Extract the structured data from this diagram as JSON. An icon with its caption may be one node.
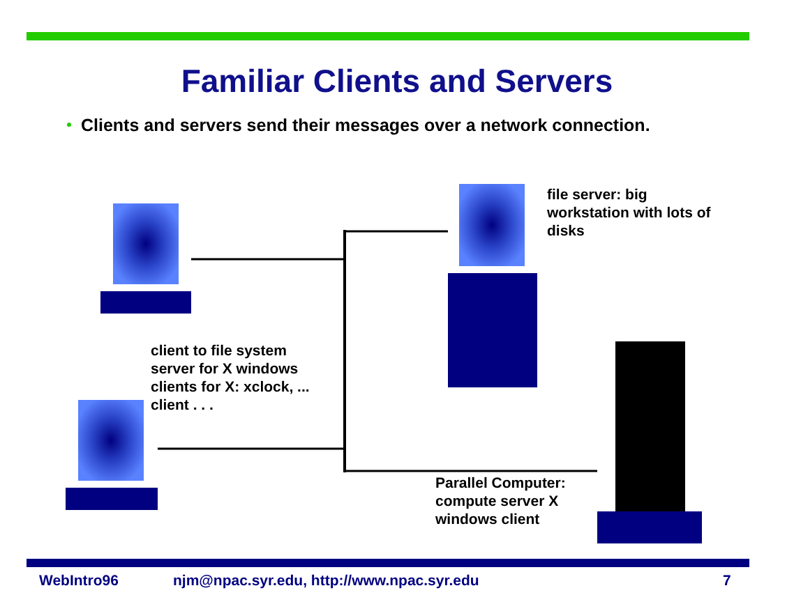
{
  "diagram": {
    "title": "Familiar Clients and Servers",
    "nodes": [
      {
        "text": [],
        "shape": "computer"
      },
      {
        "text": [],
        "shape": "computer",
        "beside": [
          "file server: big workstation with lots of disks"
        ]
      },
      {
        "text": [],
        "shape": "computer",
        "beside": [
          "client to file system server for X windows clients for X:  xclock, ... client . . ."
        ]
      },
      {
        "text": [],
        "shape": "computer",
        "beside": [
          "Parallel Computer: compute server X windows client"
        ]
      },
      {
        "text": [],
        "shape": "bar"
      }
    ],
    "edges": [
      {
        "from": 4,
        "to": 0,
        "arrow": "none"
      },
      {
        "from": 4,
        "to": 1,
        "arrow": "none"
      },
      {
        "from": 4,
        "to": 2,
        "arrow": "none"
      },
      {
        "from": 4,
        "to": 3,
        "arrow": "none"
      }
    ],
    "labels": [
      "Clients and servers send their messages over a network connection.",
      "WebIntro96",
      "njm@npac.syr.edu,  http://www.npac.syr.edu",
      "7"
    ]
  }
}
